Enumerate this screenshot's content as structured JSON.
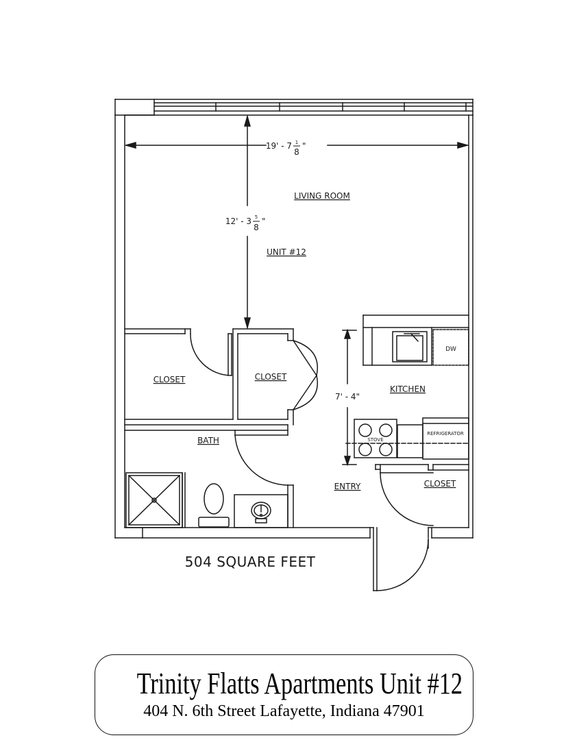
{
  "plan": {
    "rooms": {
      "living_room": "LIVING ROOM",
      "unit": "UNIT #12",
      "closet_left": "CLOSET",
      "closet_center": "CLOSET",
      "kitchen": "KITCHEN",
      "bath": "BATH",
      "entry": "ENTRY",
      "closet_entry": "CLOSET"
    },
    "appliances": {
      "dishwasher": "DW",
      "stove": "STOVE",
      "refrigerator": "REFRIGERATOR"
    },
    "dimensions": {
      "width": "19' - 7",
      "width_num": "1",
      "width_den": "8",
      "width_inch": "\"",
      "depth": "12' - 3",
      "depth_num": "5",
      "depth_den": "8",
      "depth_inch": "\"",
      "kitchen": "7' - 4\""
    },
    "area": "504 SQUARE FEET"
  },
  "title_block": {
    "title": "Trinity Flatts Apartments Unit #12",
    "address": "404 N. 6th Street Lafayette, Indiana 47901"
  }
}
